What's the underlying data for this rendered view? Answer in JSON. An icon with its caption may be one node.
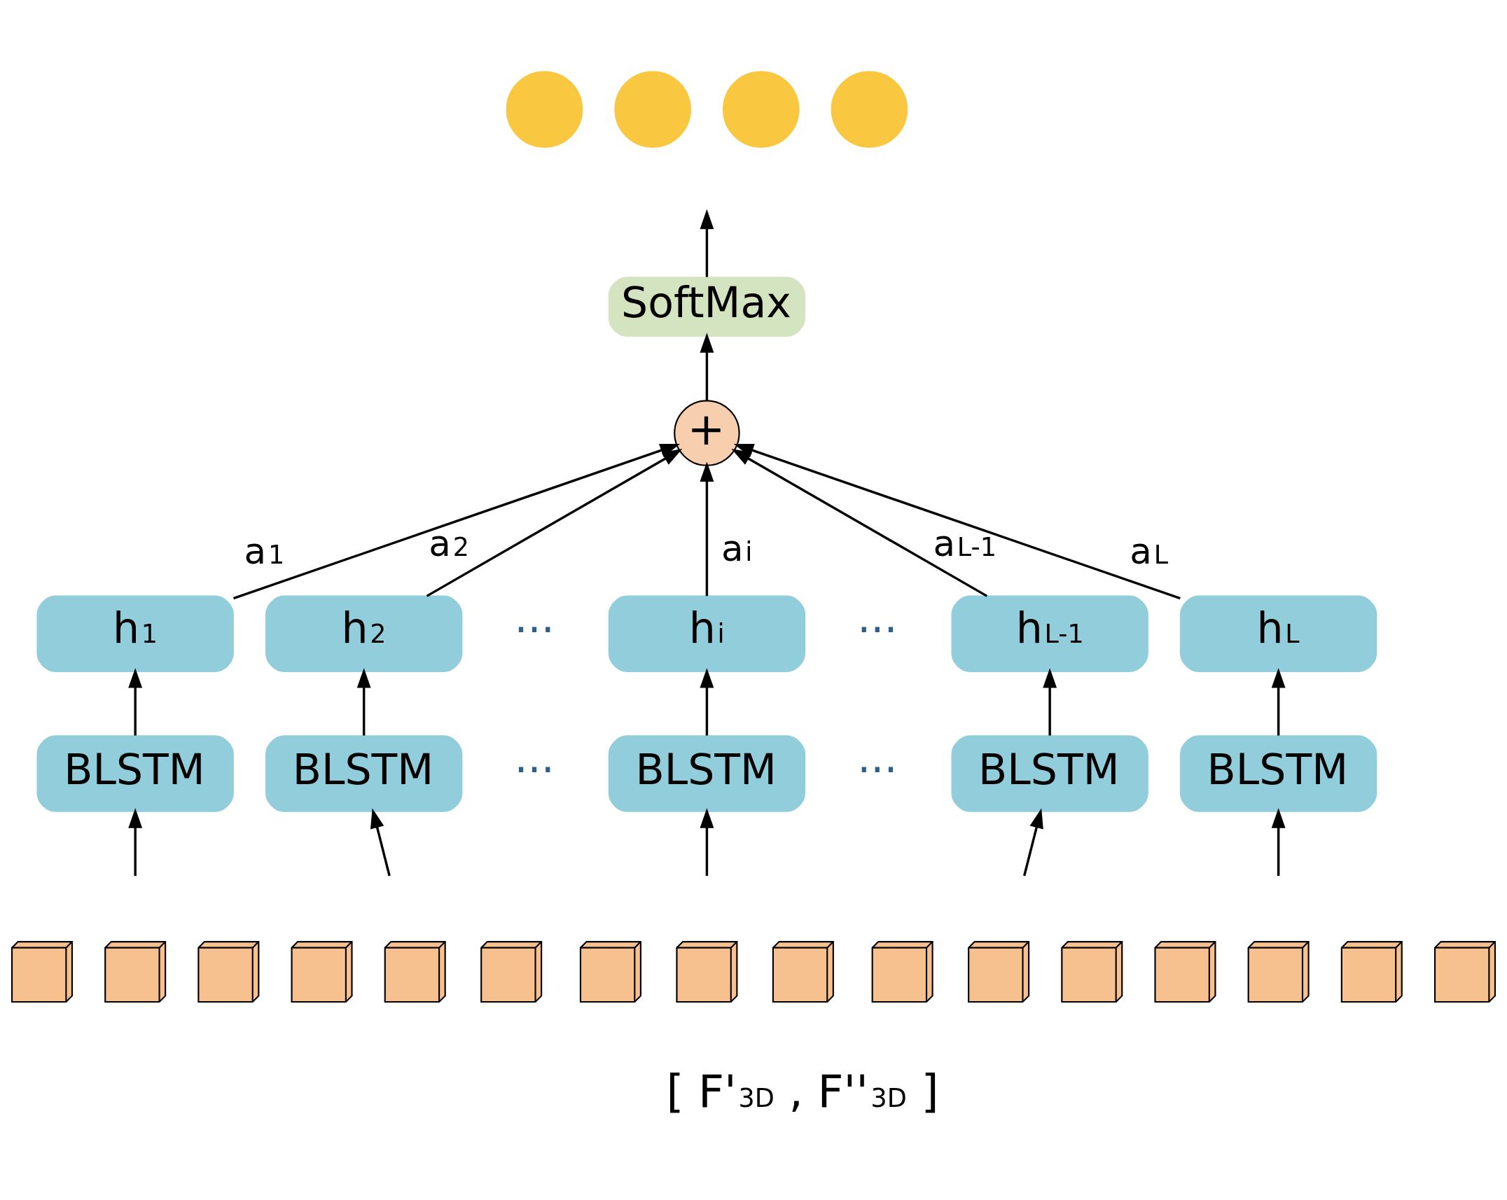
{
  "diagram": {
    "nodes": [
      {
        "text": [],
        "shape": "circle"
      },
      {
        "text": [],
        "shape": "circle"
      },
      {
        "text": [],
        "shape": "circle"
      },
      {
        "text": [],
        "shape": "circle"
      },
      {
        "text": [
          "SoftMax"
        ]
      },
      {
        "text": [
          "+"
        ]
      },
      {
        "text": [
          "h$_{1}$"
        ]
      },
      {
        "text": [
          "h$_{2}$"
        ]
      },
      {
        "text": [
          "h$_{i}$"
        ]
      },
      {
        "text": [
          "h$_{L-1}$"
        ]
      },
      {
        "text": [
          "h$_{L}$"
        ]
      },
      {
        "text": [
          "BLSTM"
        ]
      },
      {
        "text": [
          "BLSTM"
        ]
      },
      {
        "text": [
          "BLSTM"
        ]
      },
      {
        "text": [
          "BLSTM"
        ]
      },
      {
        "text": [
          "BLSTM"
        ]
      },
      {
        "text": [],
        "shape": "box"
      },
      {
        "text": [],
        "shape": "box"
      },
      {
        "text": [],
        "shape": "box"
      },
      {
        "text": [],
        "shape": "box"
      },
      {
        "text": [],
        "shape": "box"
      },
      {
        "text": [],
        "shape": "box"
      },
      {
        "text": [],
        "shape": "box"
      },
      {
        "text": [],
        "shape": "box"
      },
      {
        "text": [],
        "shape": "box"
      },
      {
        "text": [],
        "shape": "box"
      },
      {
        "text": [],
        "shape": "box"
      },
      {
        "text": [],
        "shape": "box"
      },
      {
        "text": [],
        "shape": "box"
      },
      {
        "text": [],
        "shape": "box"
      },
      {
        "text": [],
        "shape": "box"
      },
      {
        "text": [],
        "shape": "box"
      }
    ],
    "edges": [
      {
        "from": 4,
        "to": null,
        "arrow": "to"
      },
      {
        "from": 5,
        "to": 4,
        "arrow": "to"
      },
      {
        "from": 6,
        "to": 5,
        "arrow": "to",
        "label": "a$_{1}$"
      },
      {
        "from": 7,
        "to": 5,
        "arrow": "to",
        "label": "a$_{2}$"
      },
      {
        "from": 8,
        "to": 5,
        "arrow": "to",
        "label": "a$_{i}$"
      },
      {
        "from": 9,
        "to": 5,
        "arrow": "to",
        "label": "a$_{L-1}$"
      },
      {
        "from": 10,
        "to": 5,
        "arrow": "to",
        "label": "a$_{L}$"
      },
      {
        "from": 11,
        "to": 6,
        "arrow": "to"
      },
      {
        "from": 12,
        "to": 7,
        "arrow": "to"
      },
      {
        "from": 13,
        "to": 8,
        "arrow": "to"
      },
      {
        "from": 14,
        "to": 9,
        "arrow": "to"
      },
      {
        "from": 15,
        "to": 10,
        "arrow": "to"
      },
      {
        "from": null,
        "to": 11,
        "arrow": "to"
      },
      {
        "from": null,
        "to": 12,
        "arrow": "to"
      },
      {
        "from": null,
        "to": 13,
        "arrow": "to"
      },
      {
        "from": null,
        "to": 14,
        "arrow": "to"
      },
      {
        "from": null,
        "to": 15,
        "arrow": "to"
      }
    ],
    "labels": [
      "···",
      "···",
      "···",
      "···",
      "[ F'$_{3D}$ , F''$_{3D}$ ]"
    ]
  }
}
